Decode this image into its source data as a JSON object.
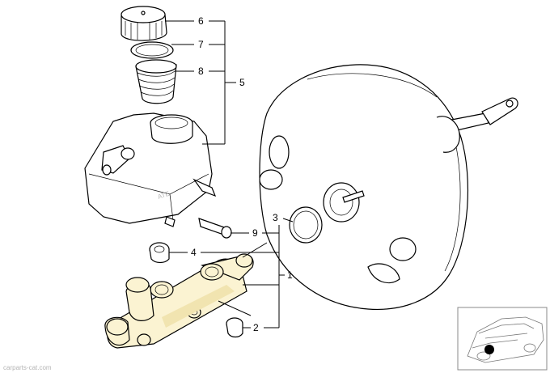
{
  "callouts": [
    {
      "id": "c6",
      "label": "6"
    },
    {
      "id": "c7",
      "label": "7"
    },
    {
      "id": "c8",
      "label": "8"
    },
    {
      "id": "c5",
      "label": "5"
    },
    {
      "id": "c3",
      "label": "3"
    },
    {
      "id": "c9",
      "label": "9"
    },
    {
      "id": "c4",
      "label": "4"
    },
    {
      "id": "c1",
      "label": "1"
    },
    {
      "id": "c2",
      "label": "2"
    }
  ],
  "watermark": "carparts-cat.com",
  "reservoir_marking": "ATE",
  "colors": {
    "line": "#000000",
    "part_fill": "#ffffff",
    "highlight_fill": "#fbf3d2",
    "inset_marker": "#000000"
  },
  "icons": [
    "vehicle-location-icon",
    "location-marker-icon"
  ]
}
